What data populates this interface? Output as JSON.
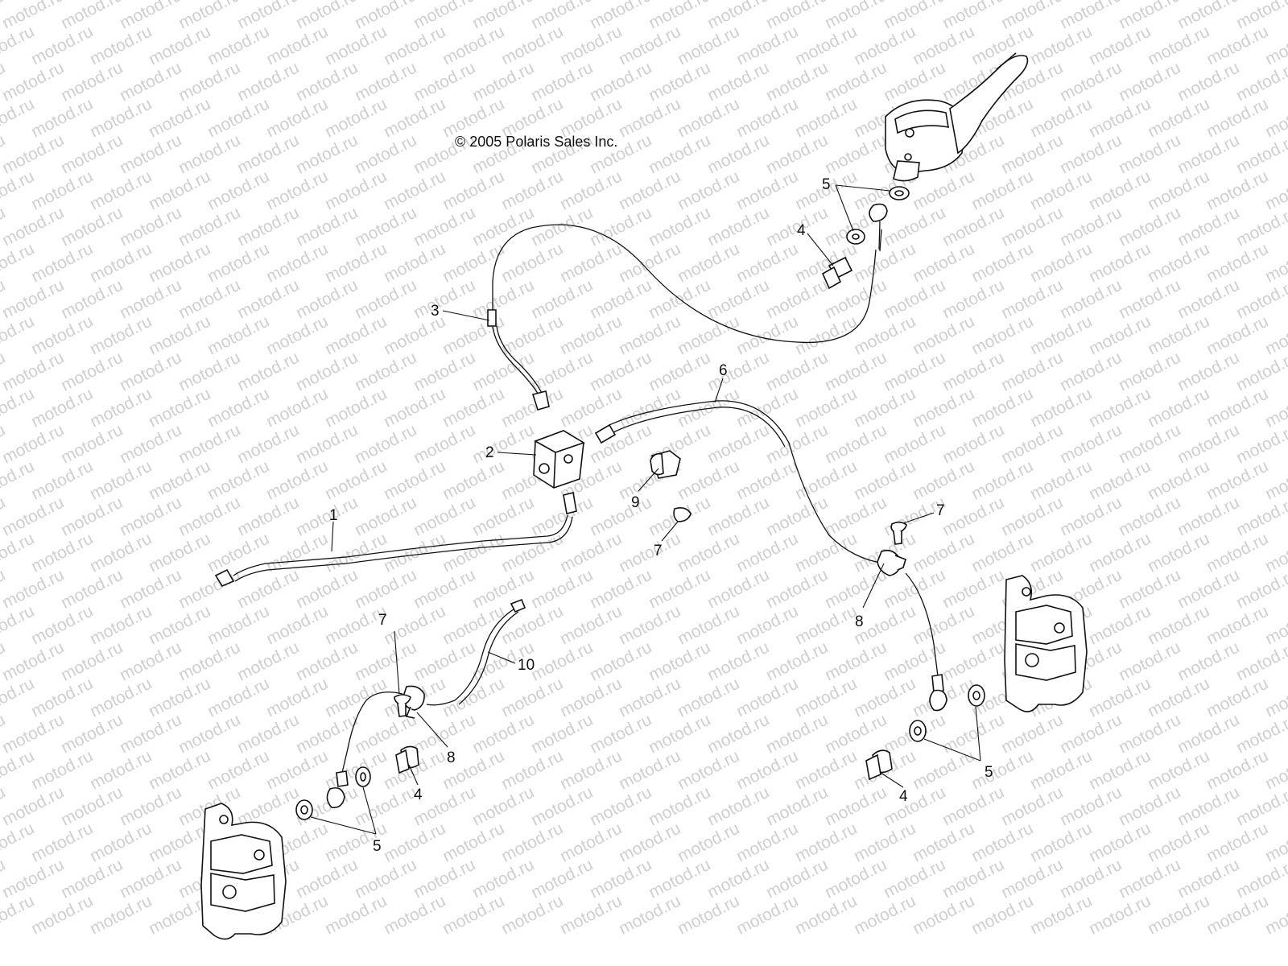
{
  "copyright": "© 2005 Polaris Sales Inc.",
  "watermark_text": "motod.ru",
  "callouts": {
    "c1": "1",
    "c2": "2",
    "c3": "3",
    "c4a": "4",
    "c4b": "4",
    "c4c": "4",
    "c5a": "5",
    "c5b": "5",
    "c5c": "5",
    "c6": "6",
    "c7a": "7",
    "c7b": "7",
    "c7c": "7",
    "c8a": "8",
    "c8b": "8",
    "c9": "9",
    "c10": "10"
  },
  "icons": [
    "master-cylinder-icon",
    "brake-caliper-icon",
    "hose-clamp-icon",
    "banjo-bolt-icon",
    "sealing-washer-icon",
    "distribution-block-icon"
  ]
}
